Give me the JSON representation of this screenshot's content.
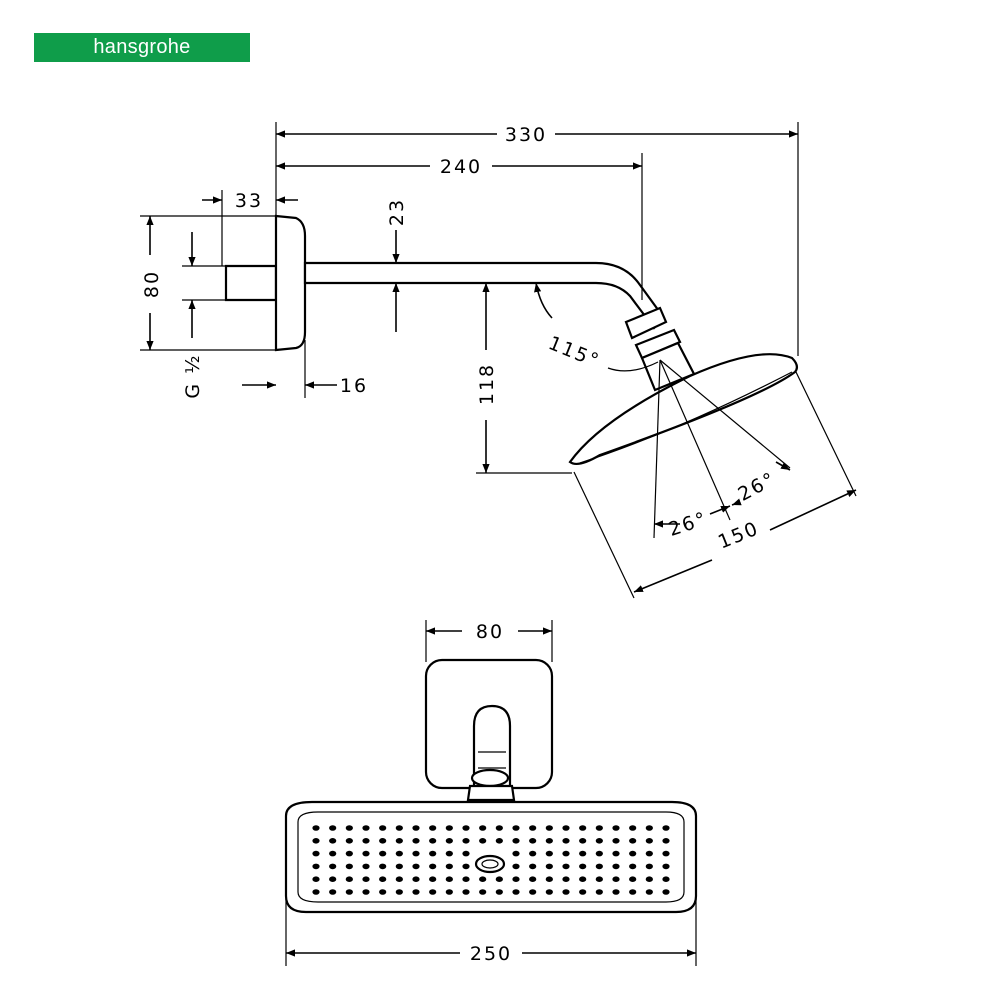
{
  "brand": {
    "name": "hansgrohe",
    "color": "#0f9d4a"
  },
  "side_view": {
    "dim_overall": "330",
    "dim_arm": "240",
    "dim_pipe": "33",
    "dim_arm_dia": "23",
    "dim_plate": "80",
    "dim_thread": "G ½",
    "dim_plate_depth": "16",
    "dim_drop": "118",
    "dim_angle": "115°",
    "dim_spray_left": "26°",
    "dim_spray_right": "26°",
    "dim_head_width": "150"
  },
  "front_view": {
    "dim_plate_width": "80",
    "dim_head_width": "250"
  }
}
